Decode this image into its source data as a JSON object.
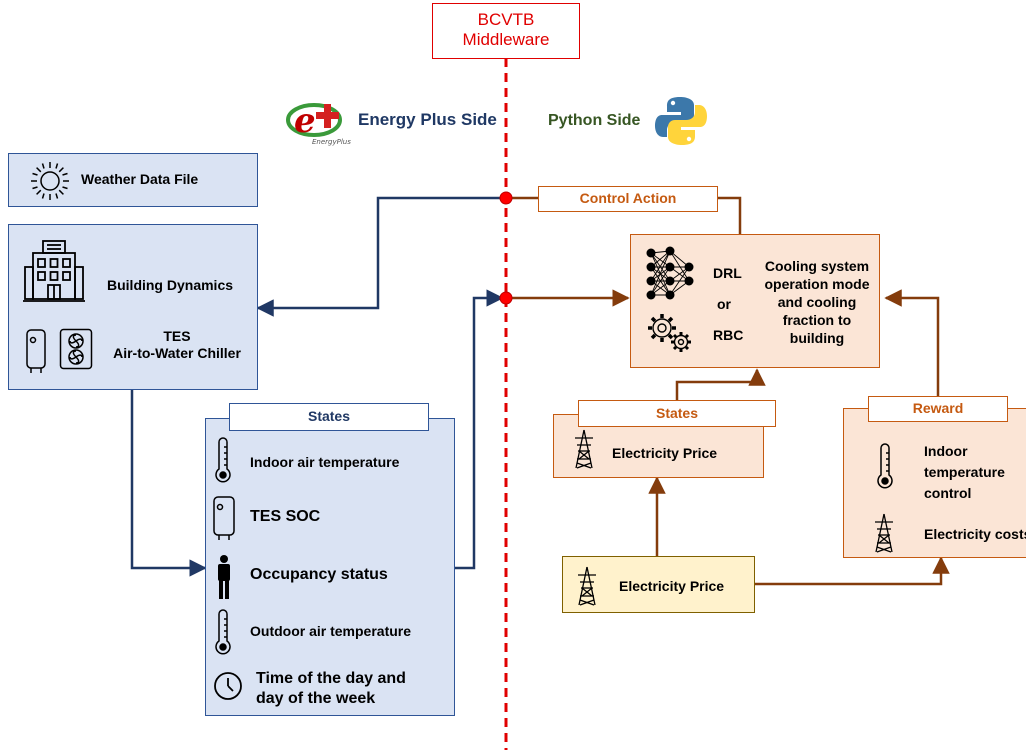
{
  "middleware": {
    "line1": "BCVTB",
    "line2": "Middleware"
  },
  "energyplus": {
    "title": "Energy Plus Side",
    "logo_caption": "EnergyPlus"
  },
  "python": {
    "title": "Python Side"
  },
  "weather": {
    "label": "Weather Data File"
  },
  "building": {
    "dynamics": "Building Dynamics",
    "tes_line1": "TES",
    "tes_line2": "Air-to-Water Chiller"
  },
  "left_states": {
    "title": "States",
    "items": [
      "Indoor air temperature",
      "TES SOC",
      "Occupancy status",
      "Outdoor air temperature"
    ],
    "time_line1": "Time of the day and",
    "time_line2": "day of the week"
  },
  "control_action": {
    "label": "Control Action"
  },
  "agent": {
    "drl": "DRL",
    "or": "or",
    "rbc": "RBC",
    "output_lines": [
      "Cooling system",
      "operation mode",
      "and cooling",
      "fraction to",
      "building"
    ]
  },
  "right_states": {
    "title": "States",
    "item": "Electricity Price"
  },
  "reward": {
    "title": "Reward",
    "item1_lines": [
      "Indoor",
      "temperature",
      "control"
    ],
    "item2": "Electricity costs"
  },
  "price_source": {
    "label": "Electricity Price"
  },
  "colors": {
    "navy_line": "#203864",
    "brown_line": "#843c0c",
    "middleware_red": "#e00000",
    "energyplus_text": "#1f3864",
    "python_text": "#375623",
    "orange_text": "#c55a11"
  }
}
